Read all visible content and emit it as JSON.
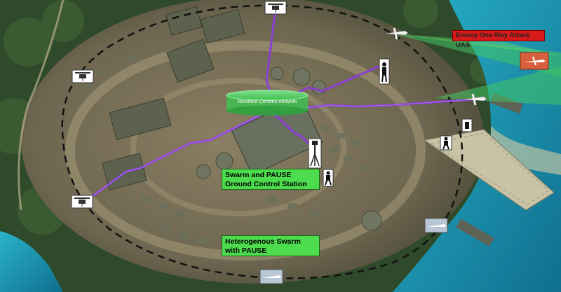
{
  "labels": {
    "enemy_uas": "Enemy One Way Attack UAS",
    "comms_network": "Resilient Comms network",
    "ground_station": "Swarm and PAUSE Ground Control Station",
    "swarm": "Heterogenous Swarm with PAUSE"
  },
  "icons": {
    "quadcopter": "quadcopter-icon",
    "fixed_wing": "fixed-wing-drone-icon",
    "soldier": "soldier-icon",
    "antenna": "antenna-tripod-icon",
    "enemy_drone": "enemy-drone-icon"
  },
  "colors": {
    "comms_link": "#8a3fd1",
    "network_fill": "#3fbf4f",
    "perimeter": "#111111",
    "threat_label": "#d61a1a",
    "threat_cone": "#43c463",
    "friendly_label": "#4ddc4d",
    "ocean": "#1a8fb0"
  }
}
